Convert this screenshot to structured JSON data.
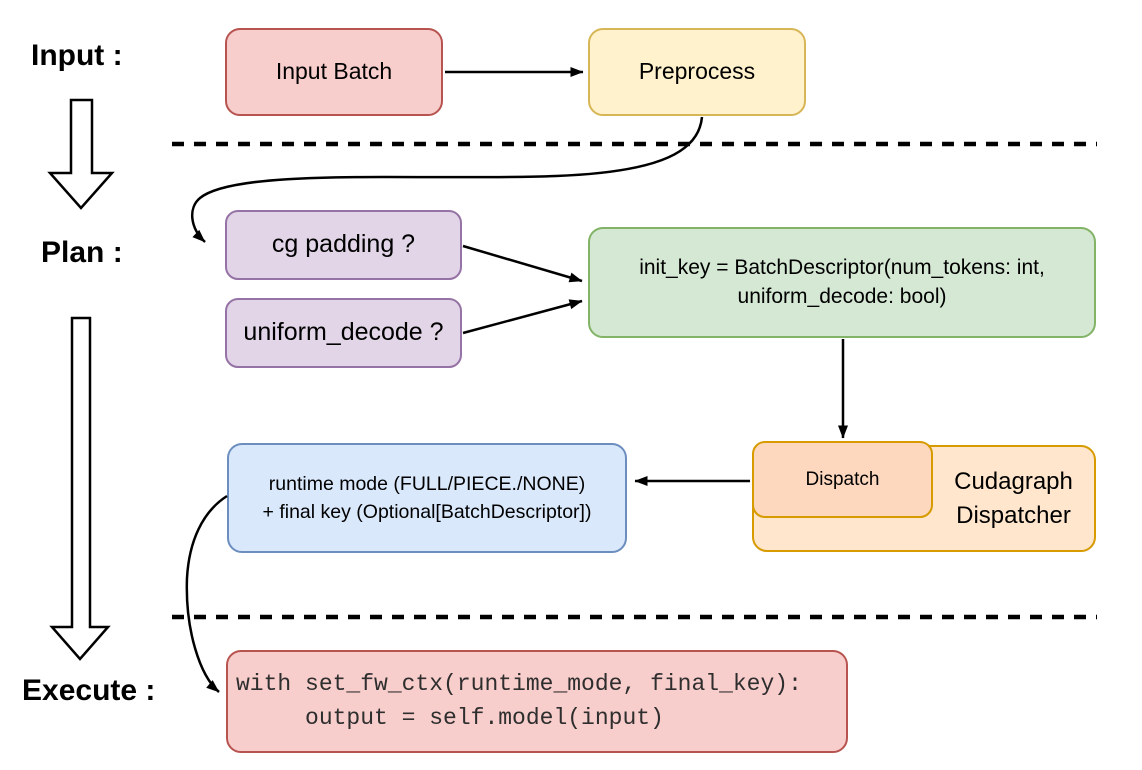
{
  "labels": {
    "input": "Input :",
    "plan": "Plan :",
    "execute": "Execute :"
  },
  "nodes": {
    "input_batch": {
      "label": "Input Batch",
      "fill": "#f8cecc",
      "stroke": "#b85450"
    },
    "preprocess": {
      "label": "Preprocess",
      "fill": "#fff2cc",
      "stroke": "#d6b656"
    },
    "cg_padding": {
      "label": "cg padding ?",
      "fill": "#e1d5e7",
      "stroke": "#9673a6"
    },
    "uniform_decode": {
      "label": "uniform_decode ?",
      "fill": "#e1d5e7",
      "stroke": "#9673a6"
    },
    "init_key": {
      "line1": "init_key = BatchDescriptor(num_tokens: int,",
      "line2": "uniform_decode: bool)",
      "fill": "#d5e8d4",
      "stroke": "#82b366"
    },
    "cudagraph_dispatcher": {
      "line1": "Cudagraph",
      "line2": "Dispatcher",
      "fill": "#ffe6cc",
      "stroke": "#d79b00"
    },
    "dispatch": {
      "label": "Dispatch",
      "fill": "#fdd8be",
      "stroke": "#d79b00"
    },
    "runtime_mode": {
      "line1": "runtime mode (FULL/PIECE./NONE)",
      "line2": "+ final key (Optional[BatchDescriptor])",
      "fill": "#dae8fc",
      "stroke": "#6c8ebf"
    },
    "execute_code": {
      "line1": "with set_fw_ctx(runtime_mode, final_key):",
      "line2": "     output = self.model(input)",
      "fill": "#f8cecc",
      "stroke": "#b85450"
    }
  },
  "connector_color": "#000000"
}
